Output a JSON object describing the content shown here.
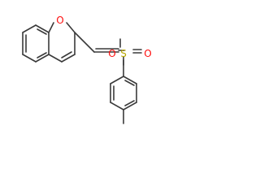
{
  "molecule": {
    "atoms": {
      "oxygen_ring": "O",
      "sulfur": "S",
      "oxygen_sulfonyl_left": "O",
      "oxygen_sulfonyl_right": "O"
    },
    "colors": {
      "bond": "#3a3a3a",
      "oxygen": "#ff0d0d",
      "sulfur": "#b8a800",
      "background": "#ffffff"
    }
  }
}
